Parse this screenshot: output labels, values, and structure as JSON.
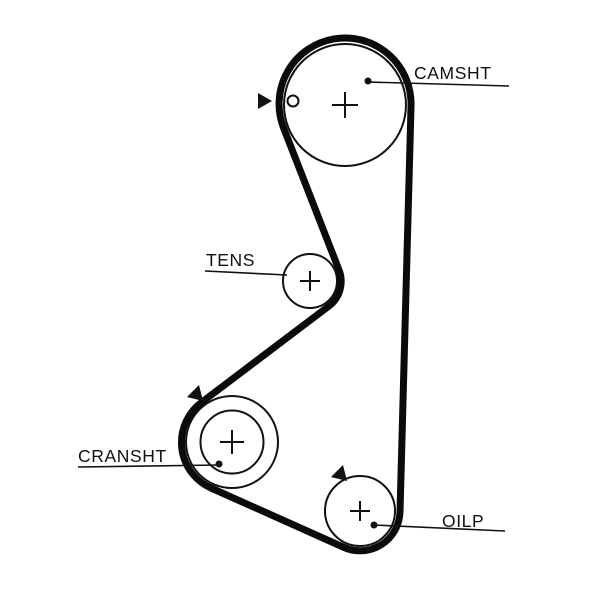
{
  "diagram": {
    "background_color": "#ffffff",
    "line_color": "#111111",
    "components": {
      "camshaft": {
        "label": "CAMSHT"
      },
      "tensioner": {
        "label": "TENS"
      },
      "crankshaft": {
        "label": "CRANSHT"
      },
      "oil_pump": {
        "label": "OILP"
      }
    },
    "icons": {
      "camshaft_timing_arrow": "solid-right-arrow",
      "camshaft_timing_mark": "small-open-circle",
      "crankshaft_timing_arrow": "solid-down-right-arrow",
      "oil_pump_timing_arrow": "solid-down-right-arrow"
    }
  }
}
